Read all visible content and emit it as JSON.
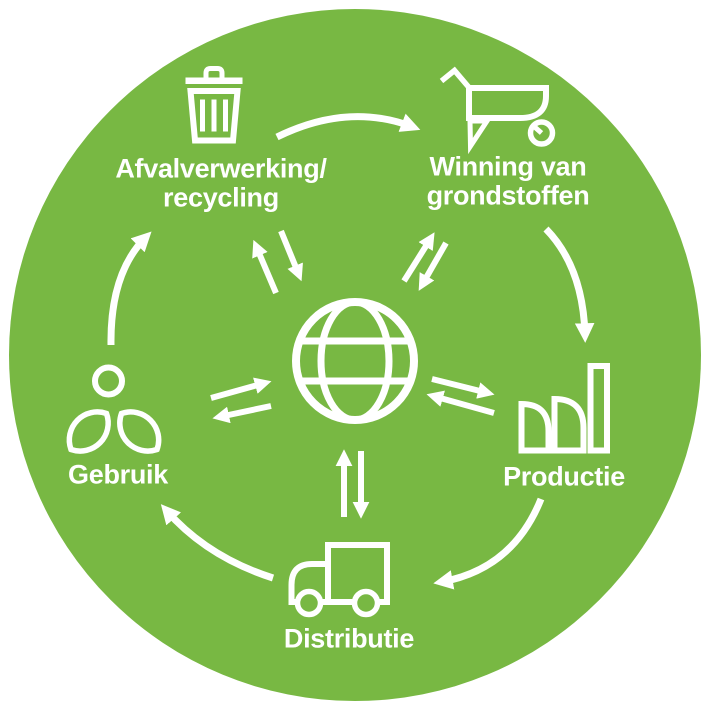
{
  "colors": {
    "circle_green": "#78b843",
    "icon_white": "#ffffff",
    "page_background": "#ffffff"
  },
  "center": {
    "icon": "globe-icon"
  },
  "stages": [
    {
      "id": "afvalverwerking-recycling",
      "label": "Afvalverwerking/\nrecycling",
      "icon": "trash-bin-icon"
    },
    {
      "id": "winning-van-grondstoffen",
      "label": "Winning van\ngrondstoffen",
      "icon": "wheelbarrow-icon"
    },
    {
      "id": "productie",
      "label": "Productie",
      "icon": "factory-icon"
    },
    {
      "id": "distributie",
      "label": "Distributie",
      "icon": "delivery-truck-icon"
    },
    {
      "id": "gebruik",
      "label": "Gebruik",
      "icon": "person-with-leaves-icon"
    }
  ],
  "cycle_flows": [
    {
      "from": "Afvalverwerking/recycling",
      "to": "Winning van grondstoffen"
    },
    {
      "from": "Winning van grondstoffen",
      "to": "Productie"
    },
    {
      "from": "Productie",
      "to": "Distributie"
    },
    {
      "from": "Distributie",
      "to": "Gebruik"
    },
    {
      "from": "Gebruik",
      "to": "Afvalverwerking/recycling"
    }
  ],
  "center_exchanges": [
    {
      "between": "globe",
      "and": "Afvalverwerking/recycling",
      "direction": "two-way"
    },
    {
      "between": "globe",
      "and": "Winning van grondstoffen",
      "direction": "two-way"
    },
    {
      "between": "globe",
      "and": "Productie",
      "direction": "two-way"
    },
    {
      "between": "globe",
      "and": "Distributie",
      "direction": "two-way"
    },
    {
      "between": "globe",
      "and": "Gebruik",
      "direction": "two-way"
    }
  ]
}
